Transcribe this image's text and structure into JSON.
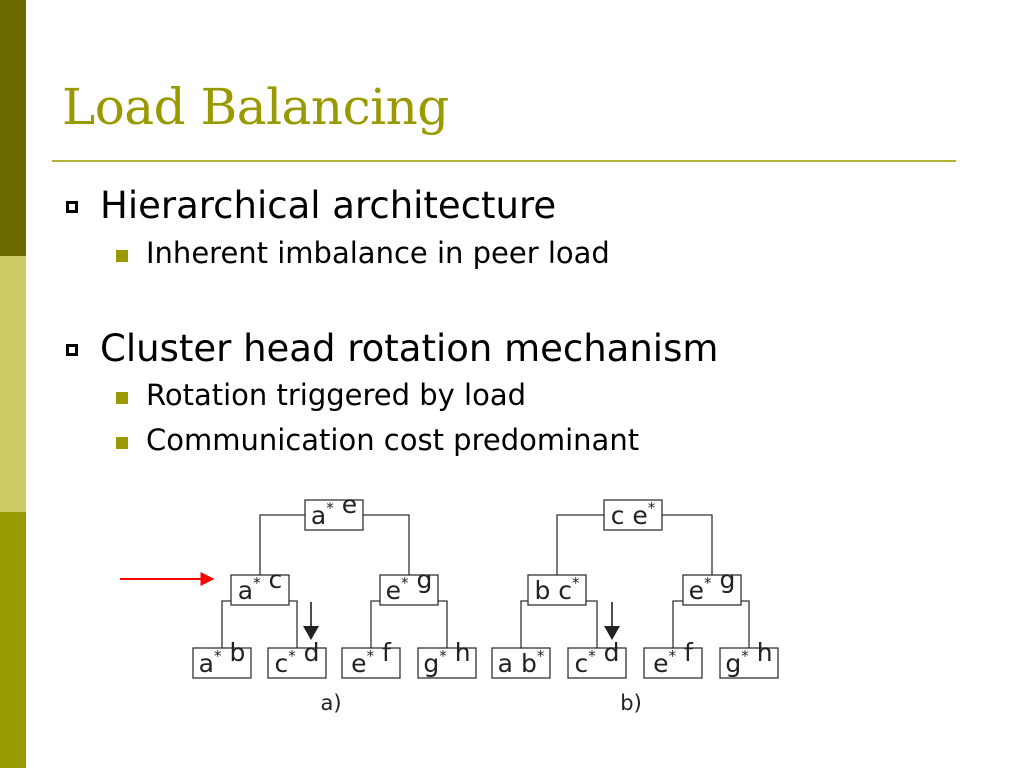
{
  "slide": {
    "title": "Load Balancing",
    "bullets": [
      {
        "text": "Hierarchical architecture",
        "sub": [
          "Inherent imbalance in peer load"
        ]
      },
      {
        "text": "Cluster head rotation mechanism",
        "sub": [
          "Rotation triggered by load",
          "Communication cost predominant"
        ]
      }
    ],
    "colors": {
      "accent": "#999900",
      "sidebar_dark": "#6b6b00",
      "sidebar_light": "#cccc66",
      "arrow": "#ff0000"
    }
  },
  "diagram": {
    "trees": [
      {
        "caption": "a)",
        "root": [
          {
            "c": "a",
            "s": "*"
          },
          {
            "c": "e",
            "s": ""
          }
        ],
        "mid_left": [
          {
            "c": "a",
            "s": "*"
          },
          {
            "c": "c",
            "s": ""
          }
        ],
        "mid_right": [
          {
            "c": "e",
            "s": "*"
          },
          {
            "c": "g",
            "s": ""
          }
        ],
        "leaves": [
          [
            {
              "c": "a",
              "s": "*"
            },
            {
              "c": "b",
              "s": ""
            }
          ],
          [
            {
              "c": "c",
              "s": "*"
            },
            {
              "c": "d",
              "s": ""
            }
          ],
          [
            {
              "c": "e",
              "s": "*"
            },
            {
              "c": "f",
              "s": ""
            }
          ],
          [
            {
              "c": "g",
              "s": "*"
            },
            {
              "c": "h",
              "s": ""
            }
          ]
        ]
      },
      {
        "caption": "b)",
        "root": [
          {
            "c": "c",
            "s": ""
          },
          {
            "c": "e",
            "s": "*"
          }
        ],
        "mid_left": [
          {
            "c": "b",
            "s": ""
          },
          {
            "c": "c",
            "s": "*"
          }
        ],
        "mid_right": [
          {
            "c": "e",
            "s": "*"
          },
          {
            "c": "g",
            "s": ""
          }
        ],
        "leaves": [
          [
            {
              "c": "a",
              "s": ""
            },
            {
              "c": "b",
              "s": "*"
            }
          ],
          [
            {
              "c": "c",
              "s": "*"
            },
            {
              "c": "d",
              "s": ""
            }
          ],
          [
            {
              "c": "e",
              "s": "*"
            },
            {
              "c": "f",
              "s": ""
            }
          ],
          [
            {
              "c": "g",
              "s": "*"
            },
            {
              "c": "h",
              "s": ""
            }
          ]
        ]
      }
    ]
  }
}
